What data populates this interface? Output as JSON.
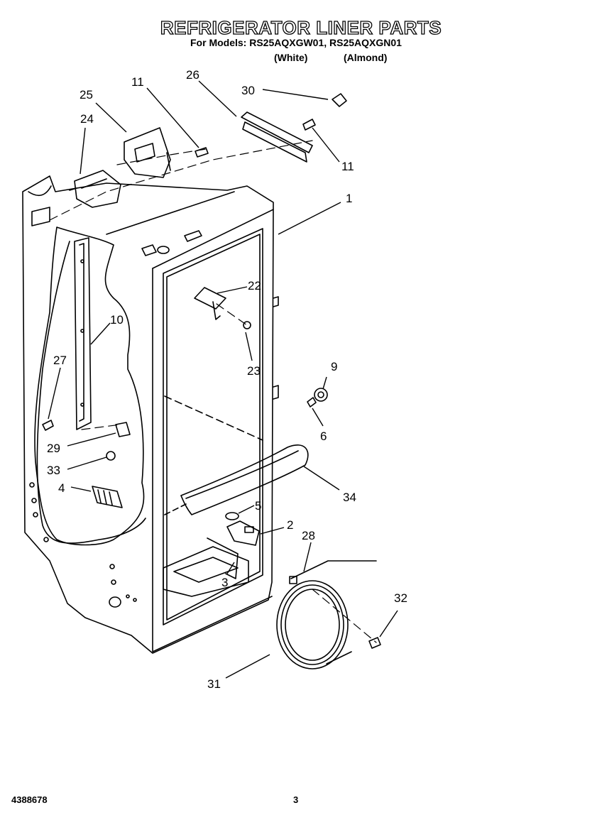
{
  "header": {
    "title": "REFRIGERATOR LINER PARTS",
    "models": "For Models: RS25AQXGW01, RS25AQXGN01",
    "variant_white": "(White)",
    "variant_almond": "(Almond)"
  },
  "callouts": [
    "25",
    "24",
    "11",
    "26",
    "30",
    "11",
    "1",
    "22",
    "10",
    "27",
    "23",
    "9",
    "6",
    "29",
    "33",
    "4",
    "5",
    "34",
    "2",
    "28",
    "3",
    "32",
    "31"
  ],
  "footer": {
    "doc_number": "4388678",
    "page_number": "3"
  }
}
